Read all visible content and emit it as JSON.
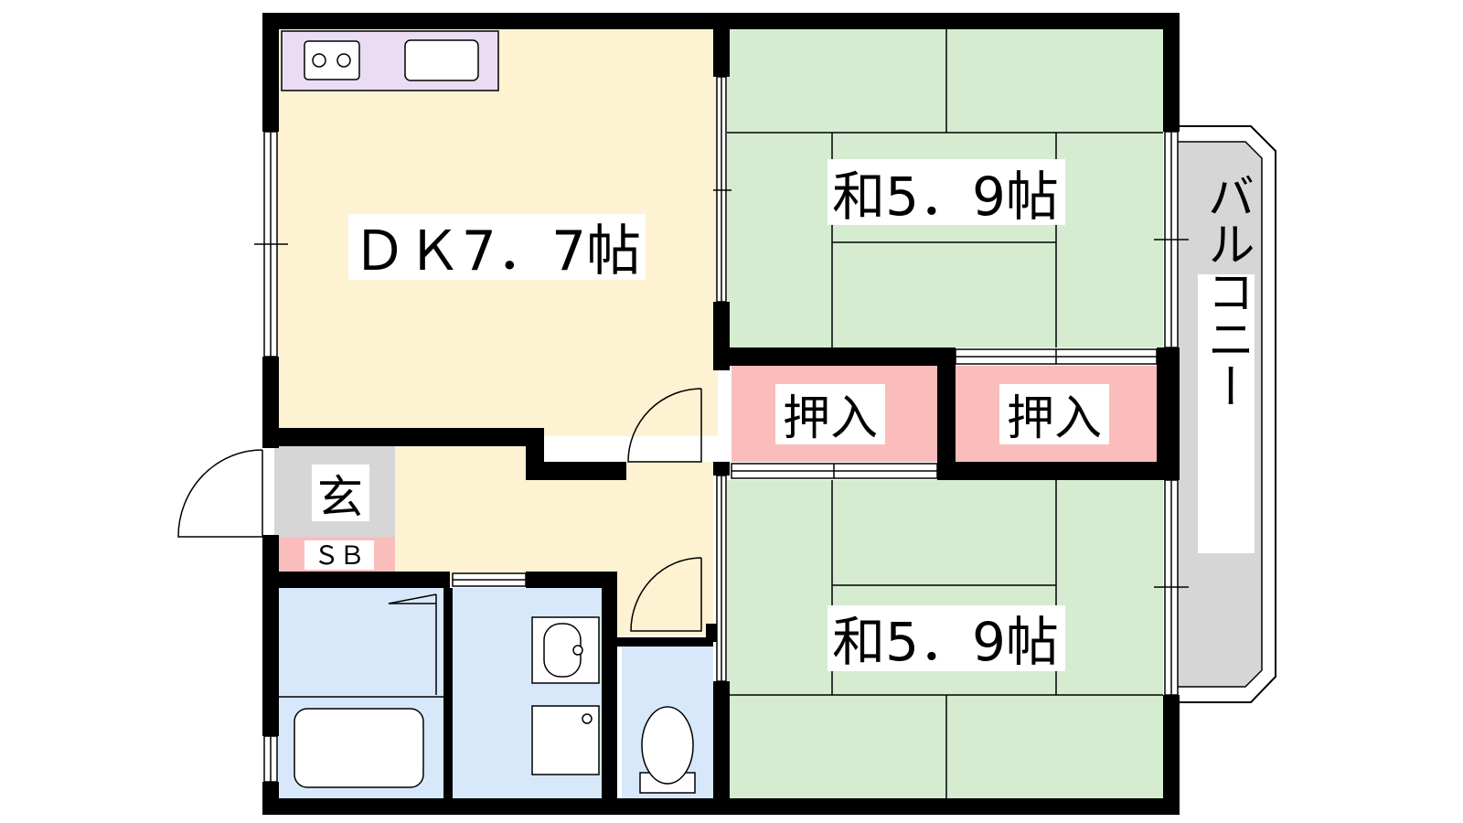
{
  "rooms": {
    "dk": {
      "label": "ＤＫ7．7帖"
    },
    "washitsu_top": {
      "label": "和5．9帖"
    },
    "washitsu_bottom": {
      "label": "和5．9帖"
    },
    "closet_left": {
      "label": "押入"
    },
    "closet_right": {
      "label": "押入"
    },
    "genkan": {
      "label": "玄"
    },
    "shoebox": {
      "label": "ＳＢ"
    },
    "balcony": {
      "label": "バルコニー"
    }
  },
  "colors": {
    "wall": "#000000",
    "dk_floor": "#fdf2d2",
    "tatami": "#d5ecd0",
    "closet": "#fbbcbc",
    "kitchen_counter": "#e9dcf3",
    "wet_area": "#d8e8fb",
    "genkan": "#d6d6d6",
    "balcony": "#d6d6d6"
  }
}
